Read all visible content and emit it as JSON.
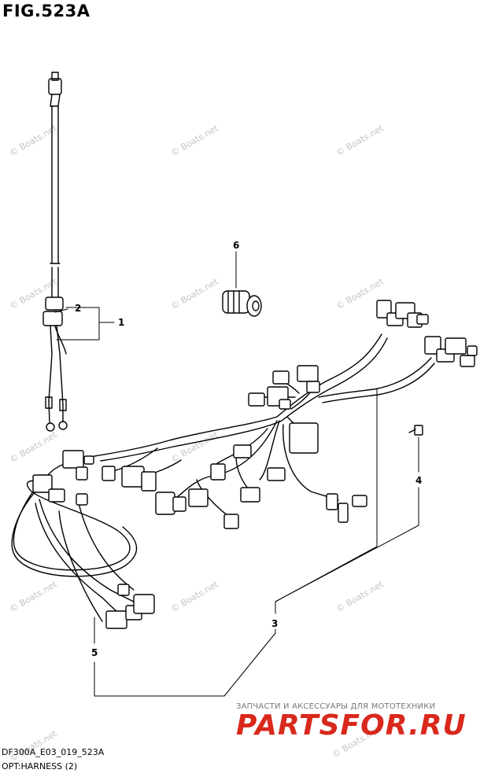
{
  "figure": {
    "title": "FIG.523A"
  },
  "footer": {
    "code": "DF300A_E03_019_523A",
    "subtitle": "OPT:HARNESS (2)"
  },
  "callouts": {
    "c1": "1",
    "c2": "2",
    "c3": "3",
    "c4": "4",
    "c5": "5",
    "c6": "6"
  },
  "watermark": {
    "text": "© Boats.net"
  },
  "logo": {
    "tagline": "ЗАПЧАСТИ И АКСЕССУАРЫ ДЛЯ МОТОТЕХНИКИ",
    "brand": "PARTSFOR.RU"
  }
}
